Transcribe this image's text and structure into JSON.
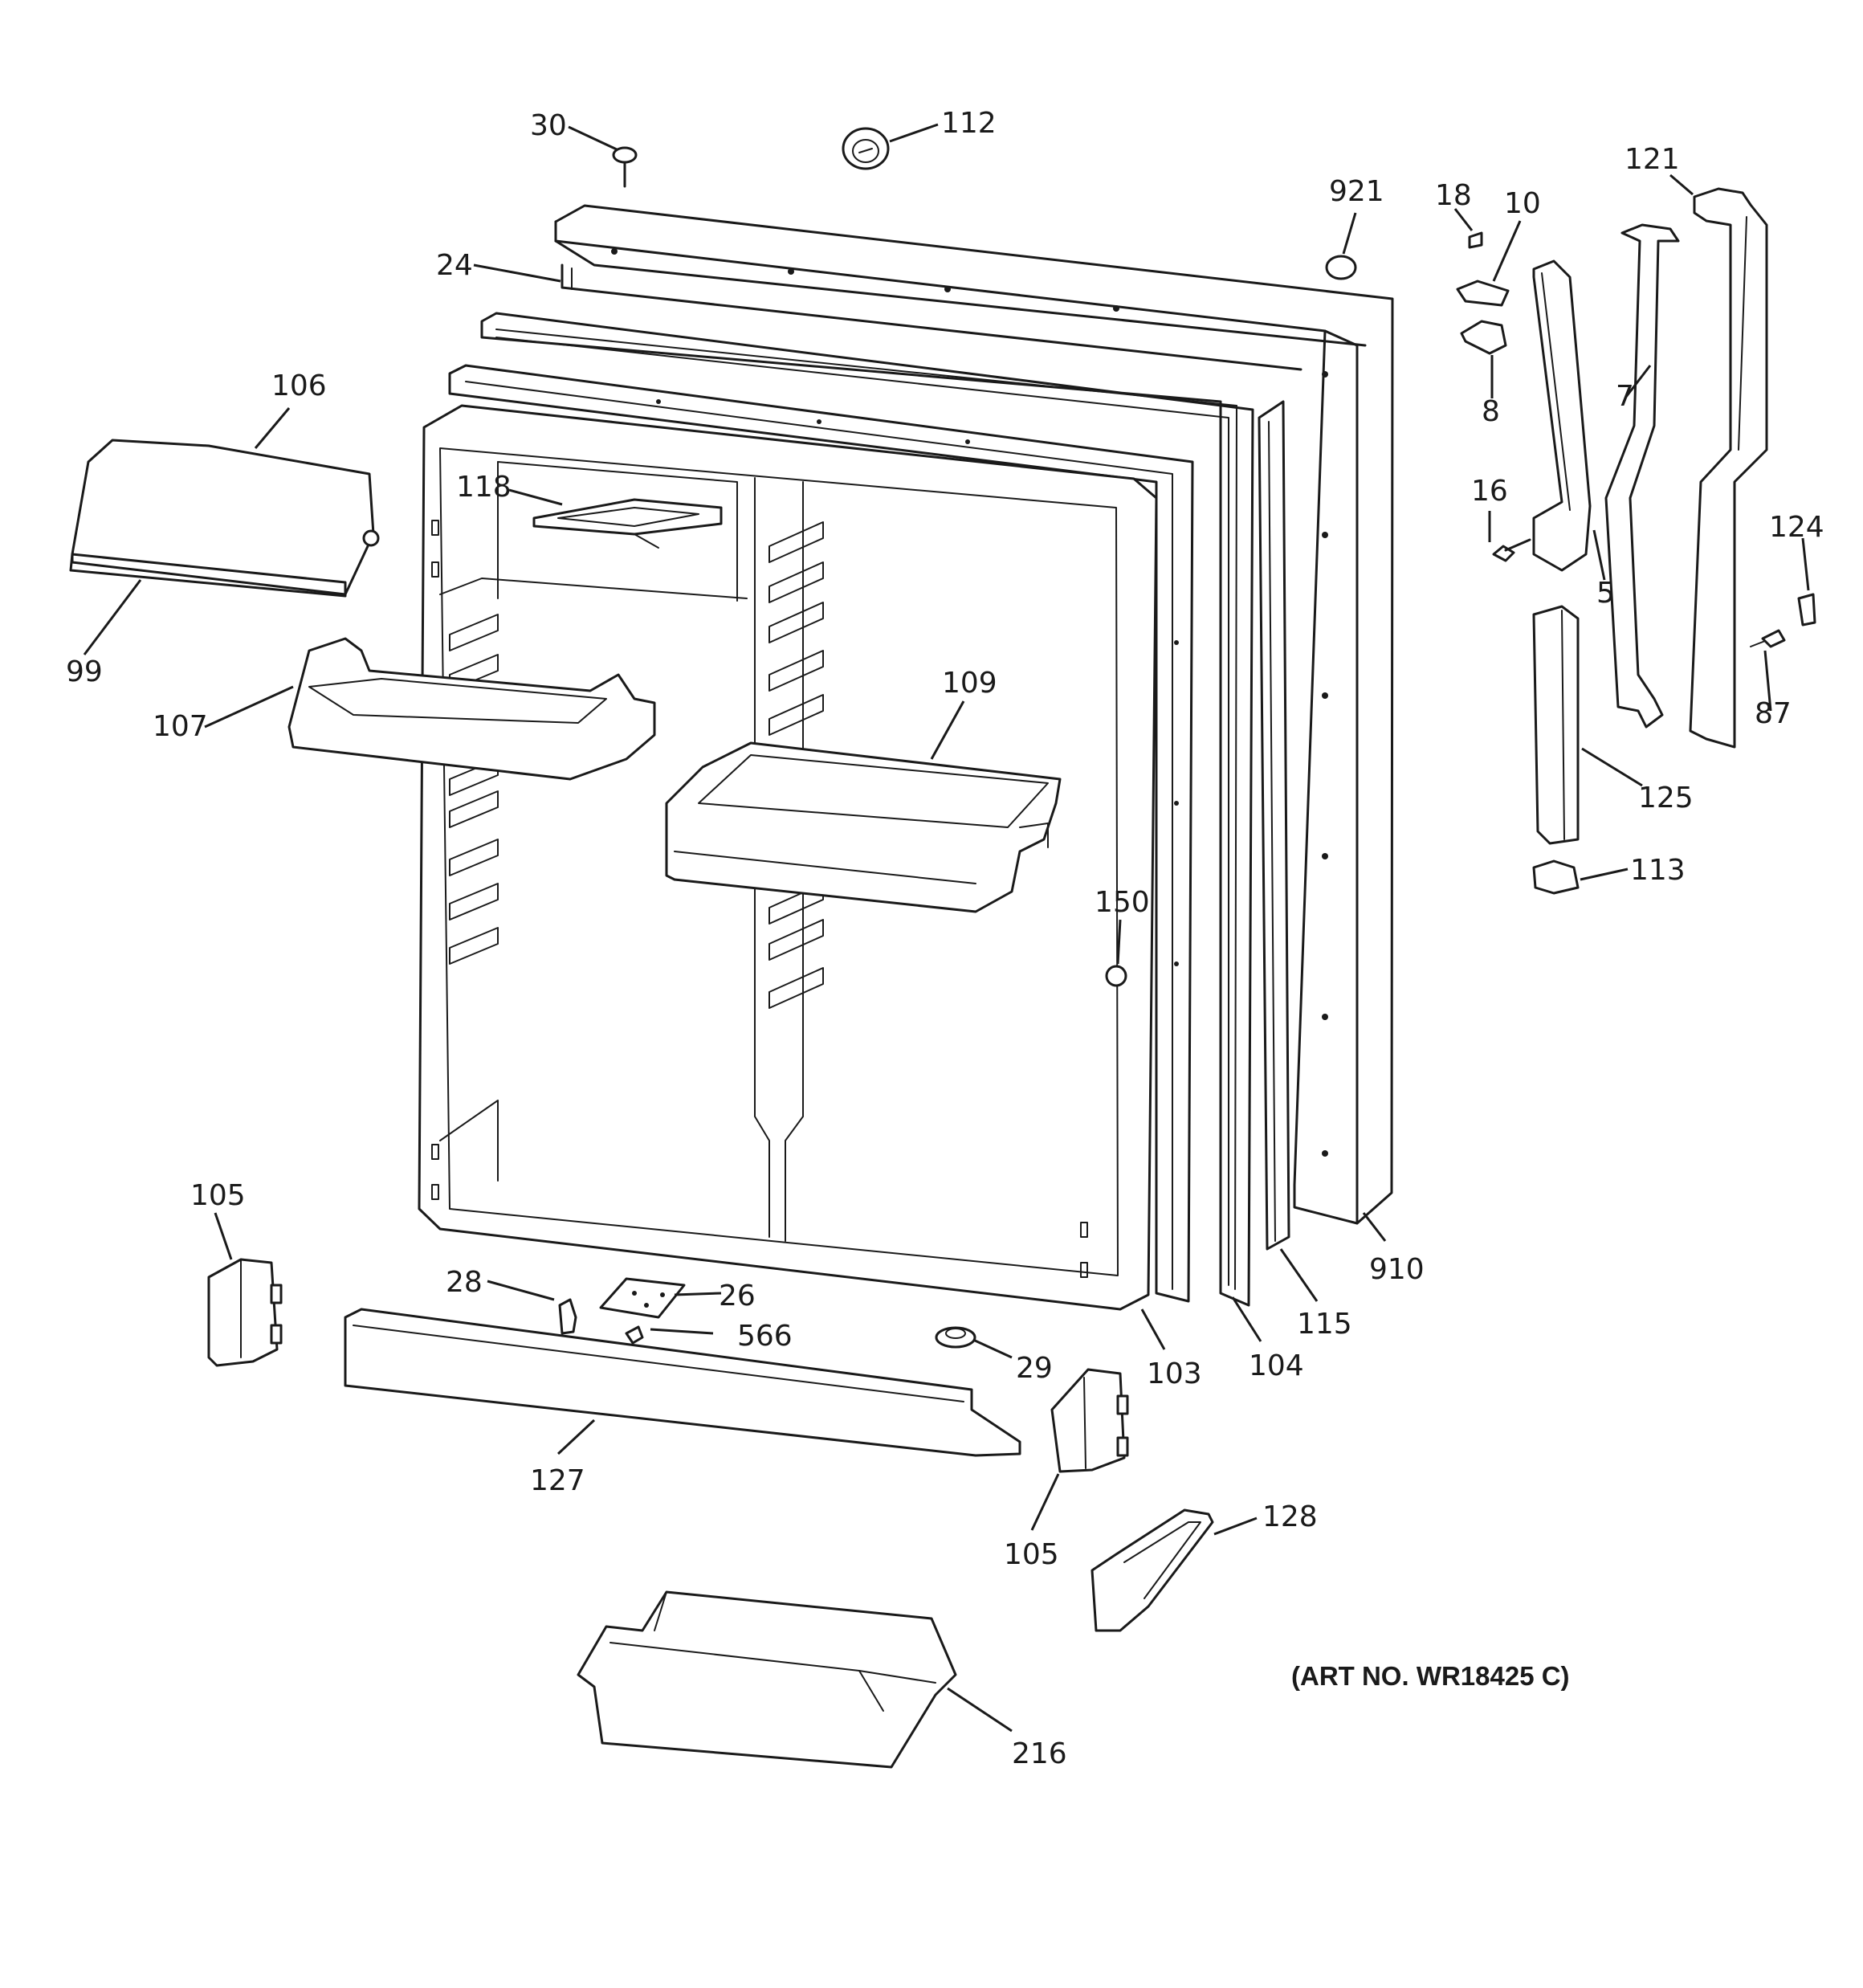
{
  "diagram": {
    "art_number": "(ART NO. WR18425 C)",
    "labels": {
      "p30": "30",
      "p112": "112",
      "p921": "921",
      "p18": "18",
      "p10": "10",
      "p121": "121",
      "p24": "24",
      "p8": "8",
      "p7": "7",
      "p106": "106",
      "p118": "118",
      "p16": "16",
      "p5": "5",
      "p124": "124",
      "p99": "99",
      "p107": "107",
      "p109": "109",
      "p87": "87",
      "p125": "125",
      "p113": "113",
      "p150": "150",
      "p105a": "105",
      "p28": "28",
      "p26": "26",
      "p566": "566",
      "p29": "29",
      "p103": "103",
      "p104": "104",
      "p115": "115",
      "p910": "910",
      "p127": "127",
      "p105b": "105",
      "p128": "128",
      "p216": "216"
    }
  }
}
